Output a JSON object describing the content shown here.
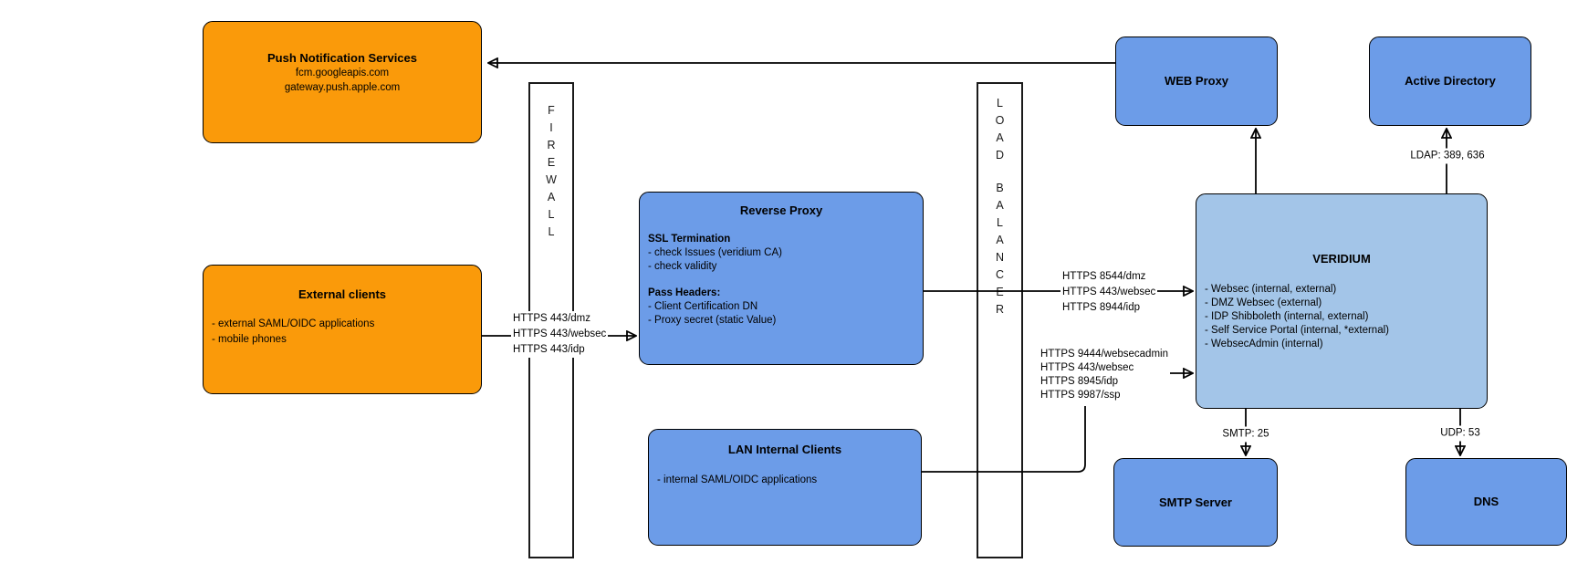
{
  "diagram": {
    "colors": {
      "orange": "#FA9A0A",
      "blue": "#6C9CE8",
      "light_blue": "#A3C5E8",
      "stroke": "#000000"
    },
    "nodes": {
      "push_notification": {
        "title": "Push Notification Services",
        "lines": [
          "fcm.googleapis.com",
          "gateway.push.apple.com"
        ]
      },
      "external_clients": {
        "title": "External clients",
        "items": [
          "- external SAML/OIDC applications",
          "- mobile phones"
        ]
      },
      "firewall": {
        "label": "FIREWALL"
      },
      "reverse_proxy": {
        "title": "Reverse Proxy",
        "sections": [
          {
            "heading": "SSL Termination",
            "items": [
              "- check Issues (veridium CA)",
              "- check validity"
            ]
          },
          {
            "heading": "Pass Headers:",
            "items": [
              "- Client Certification DN",
              "- Proxy secret (static Value)"
            ]
          }
        ]
      },
      "lan_internal_clients": {
        "title": "LAN Internal Clients",
        "items": [
          "- internal SAML/OIDC applications"
        ]
      },
      "load_balancer": {
        "label": "LOAD BALANCER"
      },
      "web_proxy": {
        "title": "WEB Proxy"
      },
      "active_directory": {
        "title": "Active Directory"
      },
      "veridium": {
        "title": "VERIDIUM",
        "items": [
          "- Websec (internal, external)",
          "- DMZ Websec (external)",
          "- IDP Shibboleth (internal, external)",
          "- Self Service Portal (internal, *external)",
          "- WebsecAdmin (internal)"
        ]
      },
      "smtp_server": {
        "title": "SMTP Server"
      },
      "dns": {
        "title": "DNS"
      }
    },
    "connections": {
      "external_to_reverse_proxy": {
        "labels": [
          "HTTPS 443/dmz",
          "HTTPS 443/websec",
          "HTTPS 443/idp"
        ]
      },
      "reverse_proxy_to_veridium": {
        "labels": [
          "HTTPS 8544/dmz",
          "HTTPS 443/websec",
          "HTTPS 8944/idp"
        ]
      },
      "lan_to_veridium": {
        "labels": [
          "HTTPS 9444/websecadmin",
          "HTTPS 443/websec",
          "HTTPS 8945/idp",
          "HTTPS 9987/ssp"
        ]
      },
      "veridium_to_active_directory": {
        "label": "LDAP: 389, 636"
      },
      "veridium_to_smtp": {
        "label": "SMTP: 25"
      },
      "veridium_to_dns": {
        "label": "UDP: 53"
      }
    }
  }
}
